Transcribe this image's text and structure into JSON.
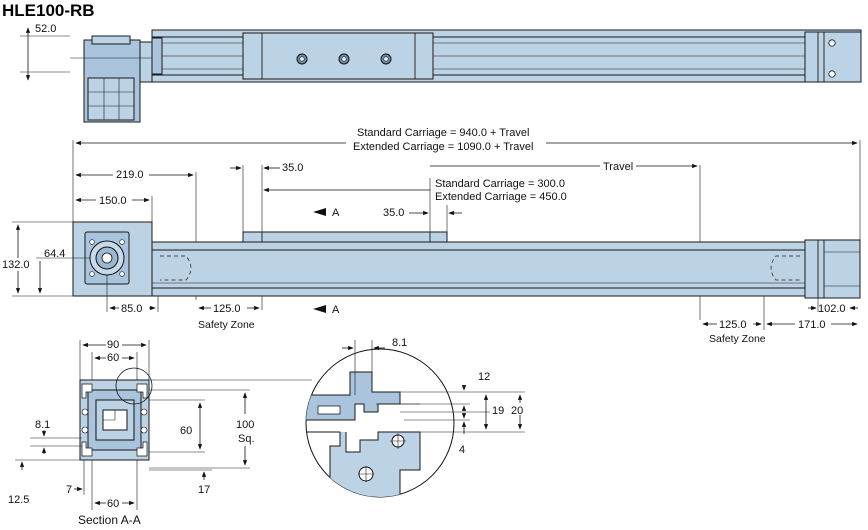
{
  "title": "HLE100-RB",
  "top_view": {
    "dim_motor": "52.0"
  },
  "side_view": {
    "standard_length": "Standard Carriage = 940.0 + Travel",
    "extended_length": "Extended Carriage = 1090.0 + Travel",
    "travel": "Travel",
    "dim_219": "219.0",
    "dim_150": "150.0",
    "dim_35_top": "35.0",
    "dim_35_mid": "35.0",
    "standard_carriage": "Standard Carriage = 300.0",
    "extended_carriage": "Extended Carriage = 450.0",
    "section_mark_top": "A",
    "section_mark_bottom": "A",
    "dim_132": "132.0",
    "dim_64": "64.4",
    "dim_85": "85.0",
    "dim_125_left": "125.0",
    "safety_zone_left": "Safety Zone",
    "dim_125_right": "125.0",
    "safety_zone_right": "Safety Zone",
    "dim_102": "102.0",
    "dim_171": "171.0"
  },
  "section": {
    "dim_90": "90",
    "dim_60_top": "60",
    "dim_100": "100",
    "dim_sq": "Sq.",
    "dim_60_right": "60",
    "dim_8_1": "8.1",
    "dim_12_5": "12.5",
    "dim_7": "7",
    "dim_60_bottom": "60",
    "dim_17": "17",
    "caption": "Section A-A"
  },
  "detail": {
    "dim_8_1": "8.1",
    "dim_12": "12",
    "dim_19": "19",
    "dim_20": "20",
    "dim_4": "4"
  }
}
